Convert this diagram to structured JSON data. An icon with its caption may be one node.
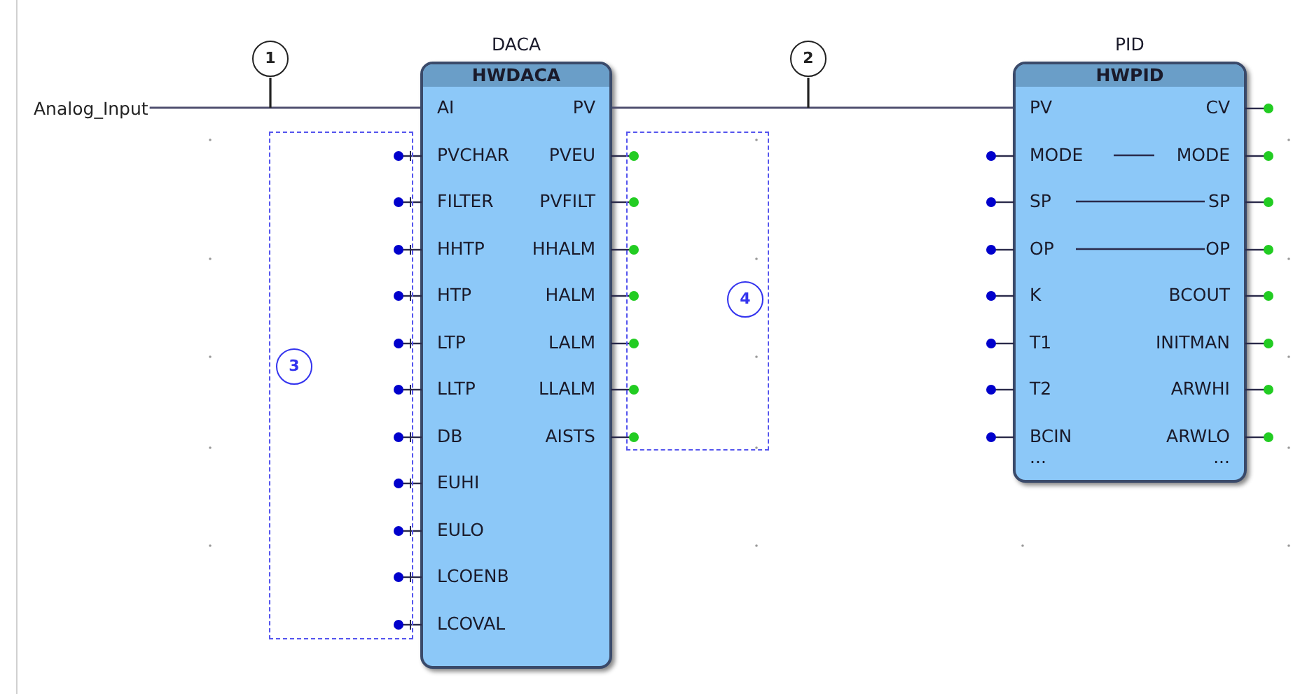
{
  "diagram": {
    "nodes": [
      {
        "text": [
          "Analog_Input"
        ]
      },
      {
        "text": [
          "1"
        ]
      },
      {
        "text": [
          "DACA",
          "HWDACA",
          "AI",
          "PV",
          "PVCHAR",
          "PVEU",
          "FILTER",
          "PVFILT",
          "HHTP",
          "HHALM",
          "HTP",
          "HALM",
          "LTP",
          "LALM",
          "LLTP",
          "LLALM",
          "DB",
          "AISTS",
          "EUHI",
          "EULO",
          "LCOENB",
          "LCOVAL"
        ]
      },
      {
        "text": [
          "2"
        ]
      },
      {
        "text": [
          "PID",
          "HWPID",
          "PV",
          "CV",
          "MODE",
          "MODE",
          "SP",
          "SP",
          "OP",
          "OP",
          "K",
          "BCOUT",
          "T1",
          "INITMAN",
          "T2",
          "ARWHI",
          "BCIN",
          "ARWLO",
          "...",
          "..."
        ]
      },
      {
        "text": [],
        "shape": "box"
      },
      {
        "text": [
          "3"
        ],
        "in": 5
      },
      {
        "text": [],
        "shape": "box"
      },
      {
        "text": [
          "4"
        ],
        "in": 7
      }
    ],
    "edges": [
      {
        "from": 0,
        "to": 2,
        "arrow": "none"
      },
      {
        "from": 1,
        "to": null,
        "arrow": "none"
      },
      {
        "from": 2,
        "to": 4,
        "arrow": "none"
      },
      {
        "from": 3,
        "to": null,
        "arrow": "none"
      }
    ]
  }
}
